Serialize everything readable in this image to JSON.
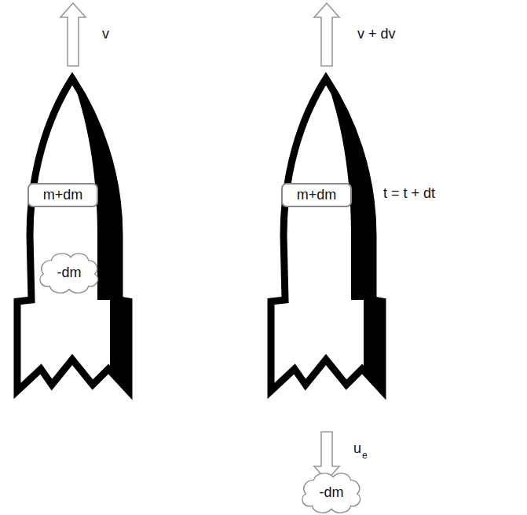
{
  "diagram": {
    "nodes": [
      {
        "text": [
          "m+dm"
        ]
      },
      {
        "text": [
          "-dm"
        ]
      },
      {
        "text": [
          "m+dm"
        ]
      },
      {
        "text": [
          "-dm"
        ]
      }
    ],
    "labels": [
      "v",
      "v + dv",
      "t = t + dt",
      "u",
      "e"
    ]
  }
}
